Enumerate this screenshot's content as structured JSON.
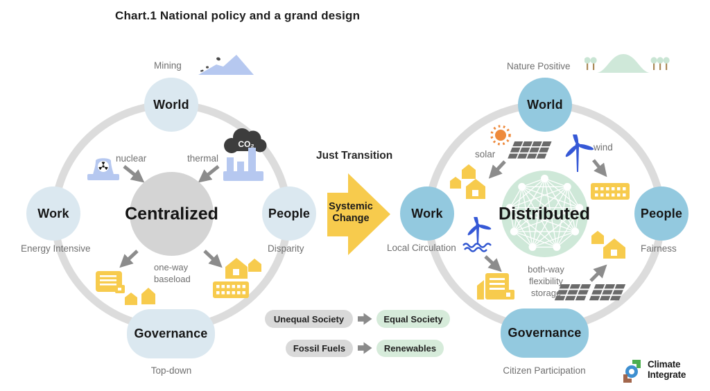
{
  "title": "Chart.1 National policy and a grand design",
  "middle": {
    "heading": "Just Transition",
    "arrow_label": [
      "Systemic",
      "Change"
    ],
    "transitions": [
      {
        "from": "Unequal Society",
        "to": "Equal Society"
      },
      {
        "from": "Fossil Fuels",
        "to": "Renewables"
      }
    ]
  },
  "left_diagram": {
    "center": "Centralized",
    "nodes": {
      "top": "World",
      "left": "Work",
      "right": "People",
      "bottom": "Governance"
    },
    "outer_labels": {
      "top": "Mining",
      "left": "Energy Intensive",
      "right": "Disparity",
      "bottom": "Top-down"
    },
    "inner_labels": {
      "nuclear": "nuclear",
      "thermal": "thermal",
      "co2": "CO₂"
    },
    "note_lines": [
      "one-way",
      "baseload"
    ]
  },
  "right_diagram": {
    "center": "Distributed",
    "nodes": {
      "top": "World",
      "left": "Work",
      "right": "People",
      "bottom": "Governance"
    },
    "outer_labels": {
      "top": "Nature Positive",
      "left": "Local Circulation",
      "right": "Fairness",
      "bottom": "Citizen Participation"
    },
    "inner_labels": {
      "solar": "solar",
      "wind": "wind"
    },
    "note_lines": [
      "both-way",
      "flexibility",
      "storage"
    ]
  },
  "logo": {
    "name_lines": [
      "Climate",
      "Integrate"
    ]
  },
  "colors": {
    "accent_yellow": "#F7CB4D",
    "left_node_fill": "#DBE8F0",
    "centralized_fill": "#D4D4D4",
    "right_node_fill": "#93C9DF",
    "distributed_fill": "#CEE8D8",
    "ring_gray": "#DCDCDC",
    "arrow_gray": "#8C8C8C",
    "icon_blue": "#B6C8F0",
    "pill_gray": "#D9D9D9",
    "pill_green": "#D6EBDA",
    "co2_dark": "#3D3D3D",
    "turbine_blue": "#3558D6",
    "sun_orange": "#EE8A3C"
  },
  "icons": {
    "mining": "mountain-with-falling-rocks",
    "nuclear": "nuclear-cooling-tower",
    "thermal": "factory-with-co2-cloud",
    "office": "office-building",
    "houses": "houses",
    "apartment": "apartment-block",
    "sun": "sun",
    "solar": "solar-panel-array",
    "wind": "wind-turbine",
    "offshore_wind": "offshore-wind-turbine",
    "nature": "green-hill-with-trees",
    "network": "distributed-network",
    "logo": "climate-integrate-logo"
  }
}
